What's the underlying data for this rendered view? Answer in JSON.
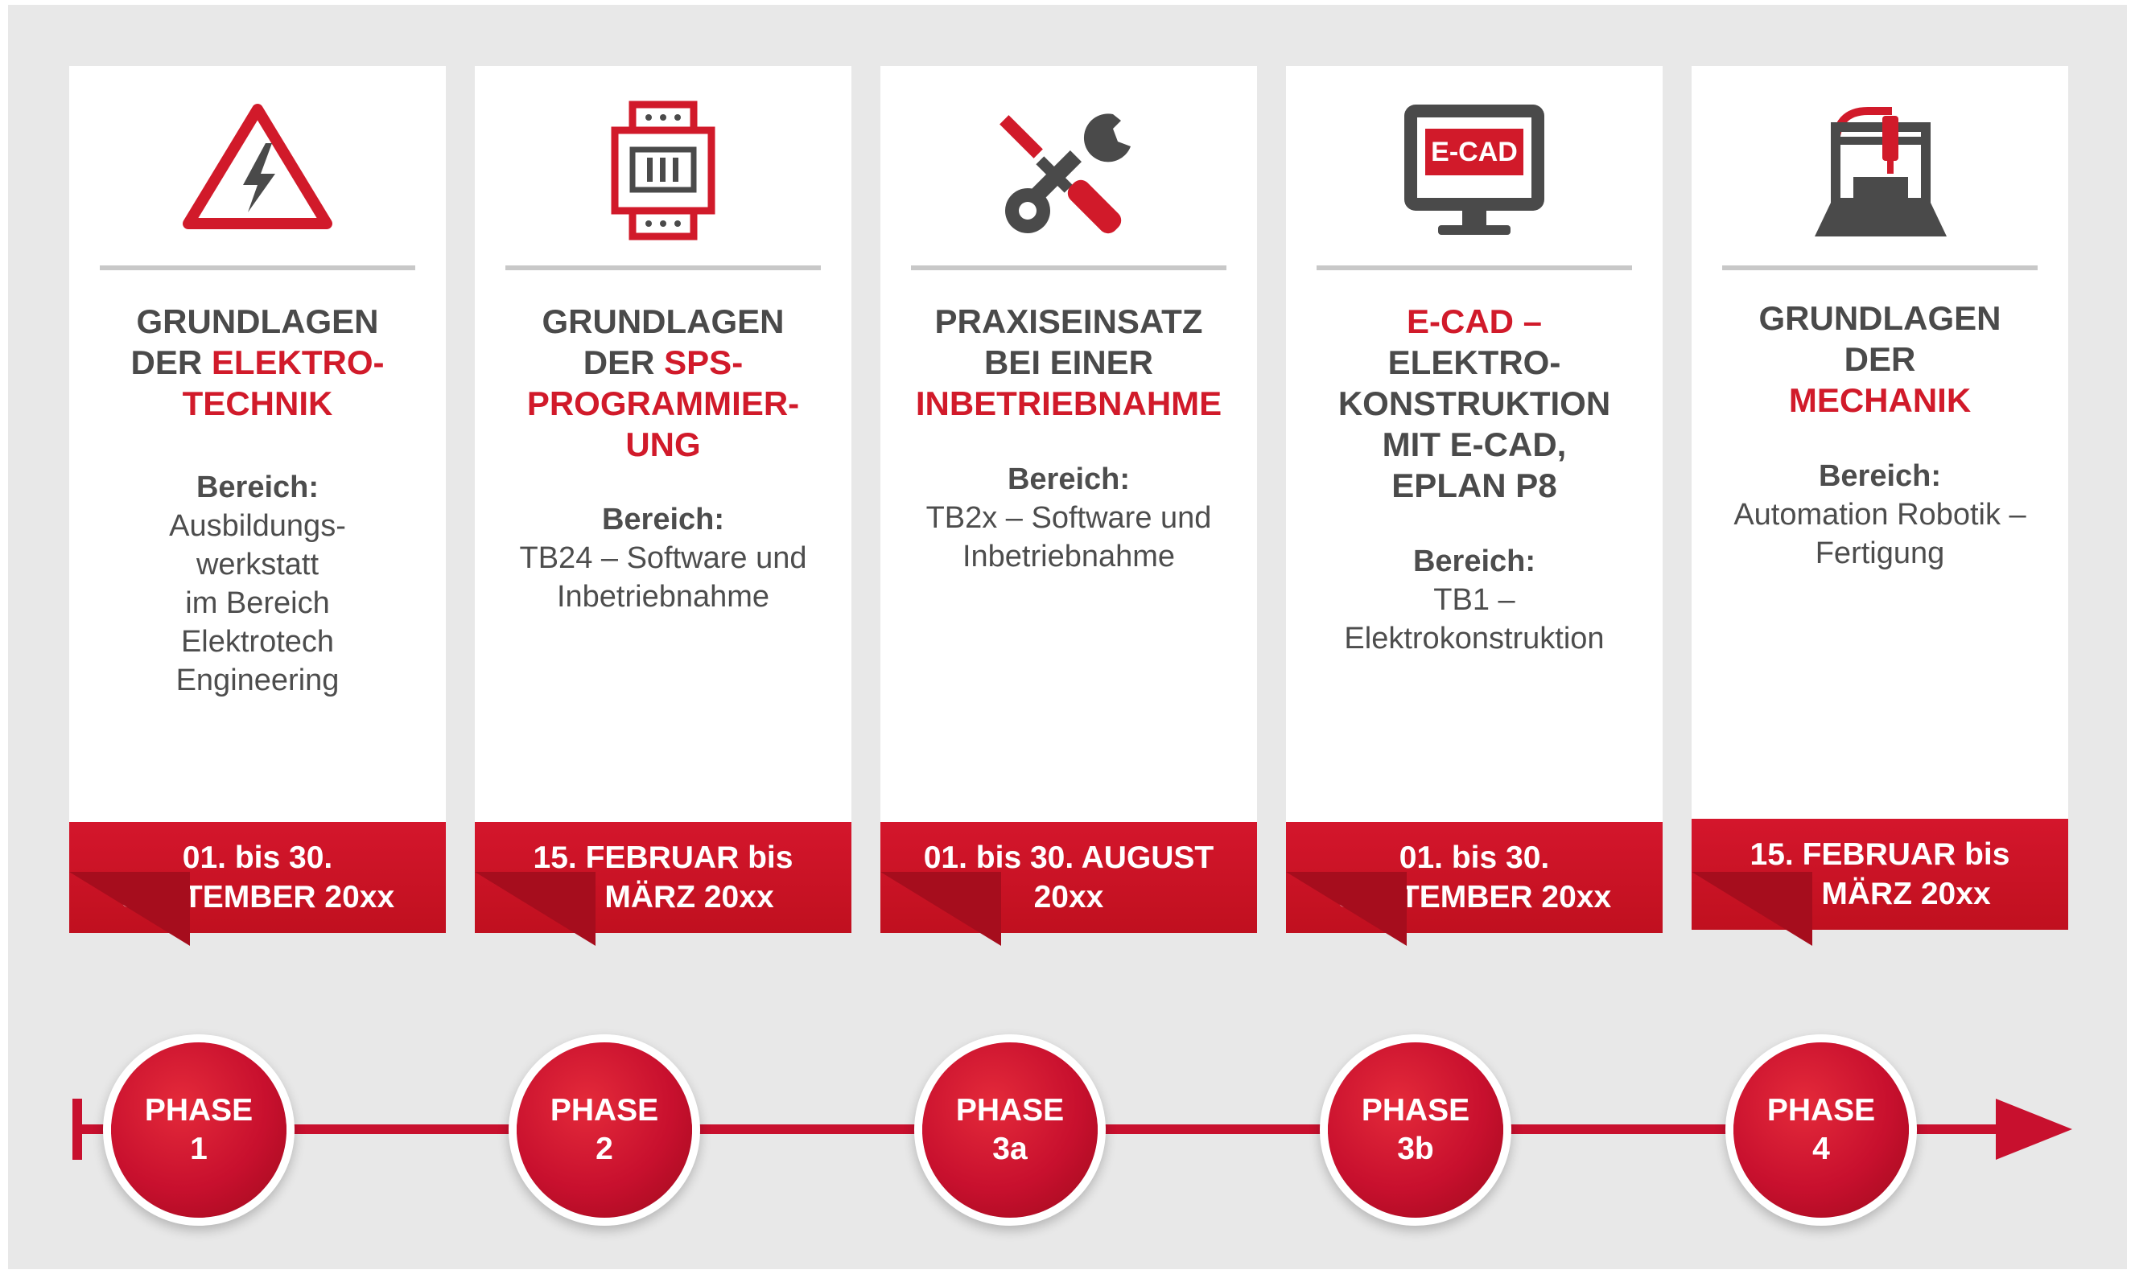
{
  "colors": {
    "accent": "#c8102e",
    "text": "#4a4a4a",
    "background": "#e8e8e8"
  },
  "cards": [
    {
      "icon": "high-voltage-warning-icon",
      "title": [
        "GRUNDLAGEN",
        "DER ",
        "ELEKTRO-",
        "TECHNIK"
      ],
      "bereich_label": "Bereich:",
      "bereich_lines": [
        "Ausbildungs-",
        "werkstatt",
        "im Bereich",
        "Elektrotech",
        "Engineering"
      ],
      "date_lines": [
        "01. bis 30.",
        "SEPTEMBER 20xx"
      ],
      "phase": [
        "PHASE",
        "1"
      ]
    },
    {
      "icon": "plc-module-icon",
      "title": [
        "GRUNDLAGEN",
        "DER ",
        "SPS-",
        "PROGRAMMIER-",
        "UNG"
      ],
      "bereich_label": "Bereich:",
      "bereich_lines": [
        "TB24 – Software und",
        "Inbetriebnahme"
      ],
      "date_lines": [
        "15. FEBRUAR bis",
        "15. MÄRZ 20xx"
      ],
      "phase": [
        "PHASE",
        "2"
      ]
    },
    {
      "icon": "screwdriver-wrench-icon",
      "title": [
        "PRAXISEINSATZ",
        "BEI EINER",
        "INBETRIEBNAHME"
      ],
      "bereich_label": "Bereich:",
      "bereich_lines": [
        "TB2x – Software und",
        "Inbetriebnahme"
      ],
      "date_lines": [
        "01. bis 30. AUGUST",
        "20xx"
      ],
      "phase": [
        "PHASE",
        "3a"
      ]
    },
    {
      "icon": "ecad-monitor-icon",
      "icon_text": "E-CAD",
      "title": [
        "E-CAD –",
        "ELEKTRO-",
        "KONSTRUKTION",
        "MIT E-CAD,",
        "EPLAN P8"
      ],
      "bereich_label": "Bereich:",
      "bereich_lines": [
        "TB1 –",
        "Elektrokonstruktion"
      ],
      "date_lines": [
        "01. bis 30.",
        "SEPTEMBER 20xx"
      ],
      "phase": [
        "PHASE",
        "3b"
      ]
    },
    {
      "icon": "3d-printer-laptop-icon",
      "title": [
        "GRUNDLAGEN",
        "DER",
        "MECHANIK"
      ],
      "bereich_label": "Bereich:",
      "bereich_lines": [
        "Automation Robotik –",
        "Fertigung"
      ],
      "date_lines": [
        "15. FEBRUAR bis",
        "15. MÄRZ 20xx"
      ],
      "phase": [
        "PHASE",
        "4"
      ]
    }
  ]
}
